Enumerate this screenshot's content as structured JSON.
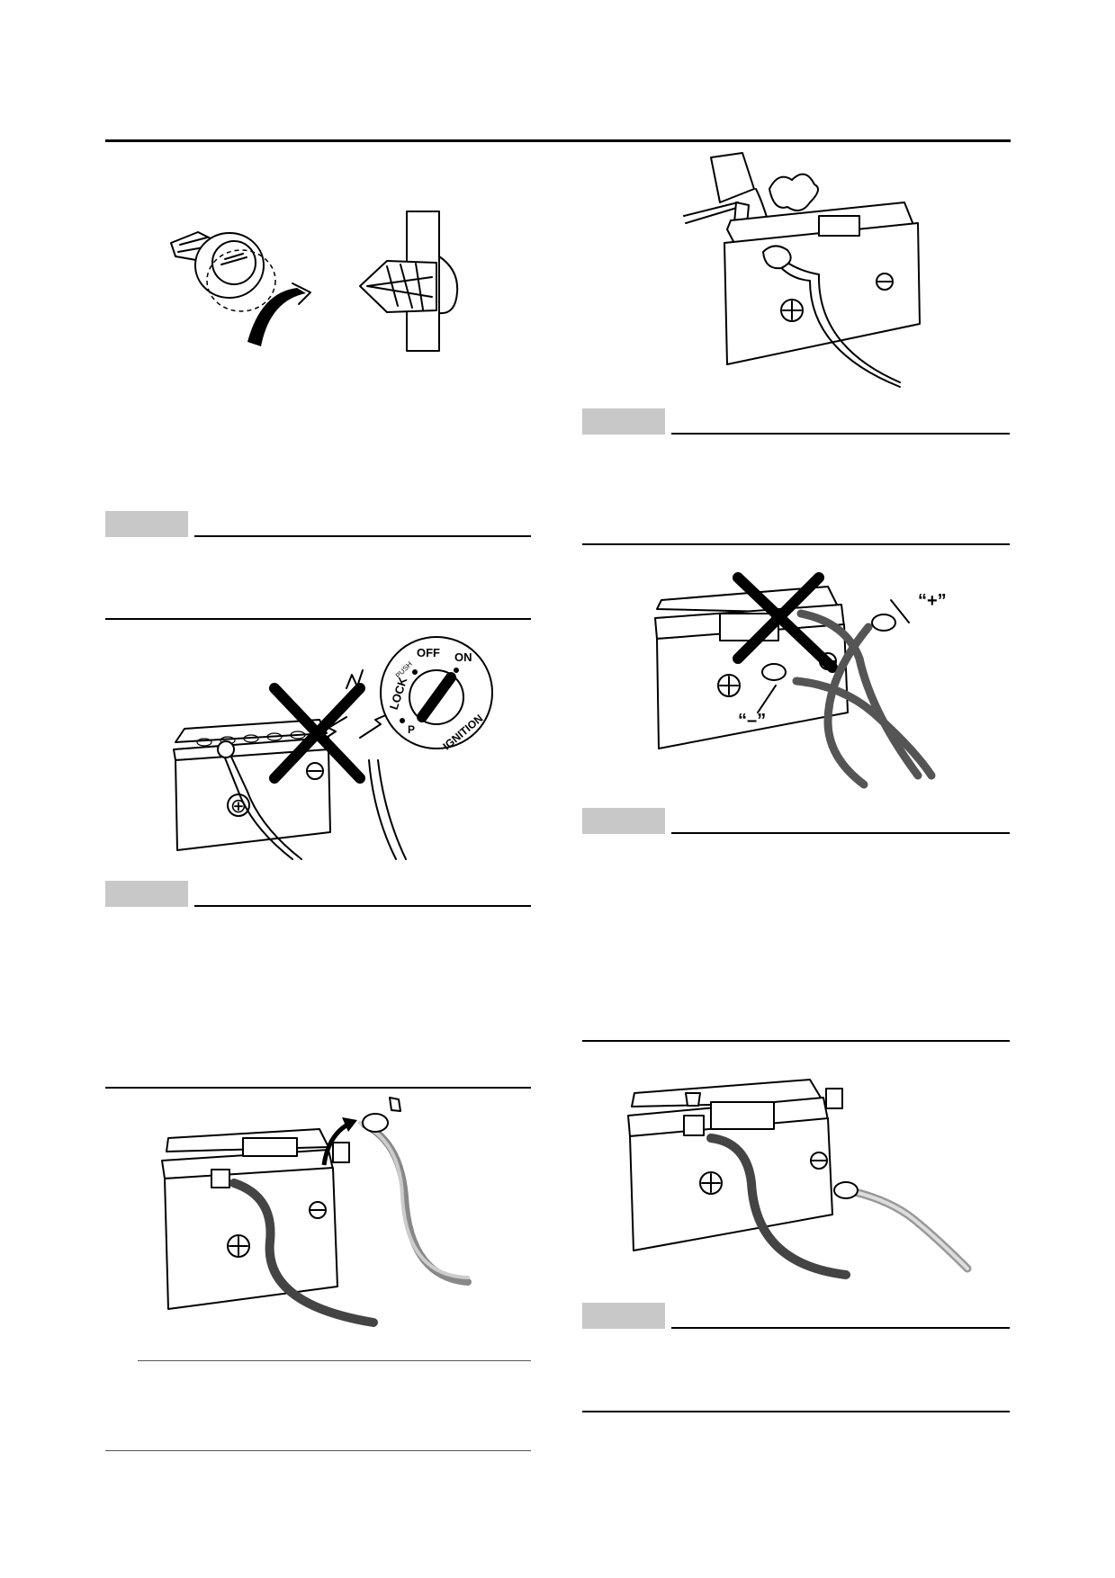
{
  "figures": {
    "battery_labels": {
      "positive": "“+”",
      "negative": "“–”"
    },
    "ignition_switch": {
      "off": "OFF",
      "on": "ON",
      "lock": "LOCK",
      "push": "PUSH",
      "p": "P",
      "ignition": "IGNITION"
    }
  },
  "colors": {
    "rule": "#000000",
    "note_badge": "#c8c8c8",
    "cable_dark": "#5a5a5a",
    "cable_light": "#bdbdbd"
  }
}
